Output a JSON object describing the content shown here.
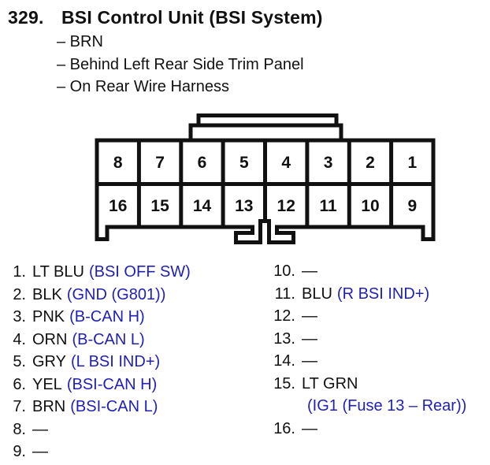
{
  "header": {
    "number": "329.",
    "title": "BSI Control Unit (BSI System)",
    "details": [
      "– BRN",
      "– Behind Left Rear Side Trim Panel",
      "– On Rear Wire Harness"
    ]
  },
  "colors": {
    "ink": "#111111",
    "function_blue": "#2121b4",
    "background": "#ffffff"
  },
  "connector": {
    "rows": 2,
    "columns": 8,
    "pins_top": [
      "8",
      "7",
      "6",
      "5",
      "4",
      "3",
      "2",
      "1"
    ],
    "pins_bottom": [
      "16",
      "15",
      "14",
      "13",
      "12",
      "11",
      "10",
      "9"
    ]
  },
  "pin_list": {
    "left": [
      {
        "num": "1.",
        "wire": "LT BLU",
        "func": "(BSI OFF SW)"
      },
      {
        "num": "2.",
        "wire": "BLK",
        "func": "(GND (G801))"
      },
      {
        "num": "3.",
        "wire": "PNK",
        "func": "(B-CAN H)"
      },
      {
        "num": "4.",
        "wire": "ORN",
        "func": "(B-CAN L)"
      },
      {
        "num": "5.",
        "wire": "GRY",
        "func": "(L BSI IND+)"
      },
      {
        "num": "6.",
        "wire": "YEL",
        "func": "(BSI-CAN H)"
      },
      {
        "num": "7.",
        "wire": "BRN",
        "func": "(BSI-CAN L)"
      },
      {
        "num": "8.",
        "wire": "—",
        "func": ""
      },
      {
        "num": "9.",
        "wire": "—",
        "func": ""
      }
    ],
    "right": [
      {
        "num": "10.",
        "wire": "—",
        "func": ""
      },
      {
        "num": "11.",
        "wire": "BLU",
        "func": "(R BSI IND+)"
      },
      {
        "num": "12.",
        "wire": "—",
        "func": ""
      },
      {
        "num": "13.",
        "wire": "—",
        "func": ""
      },
      {
        "num": "14.",
        "wire": "—",
        "func": ""
      },
      {
        "num": "15.",
        "wire": "LT GRN",
        "func": "(IG1 (Fuse 13 – Rear))"
      },
      {
        "num": "16.",
        "wire": "—",
        "func": ""
      }
    ]
  }
}
